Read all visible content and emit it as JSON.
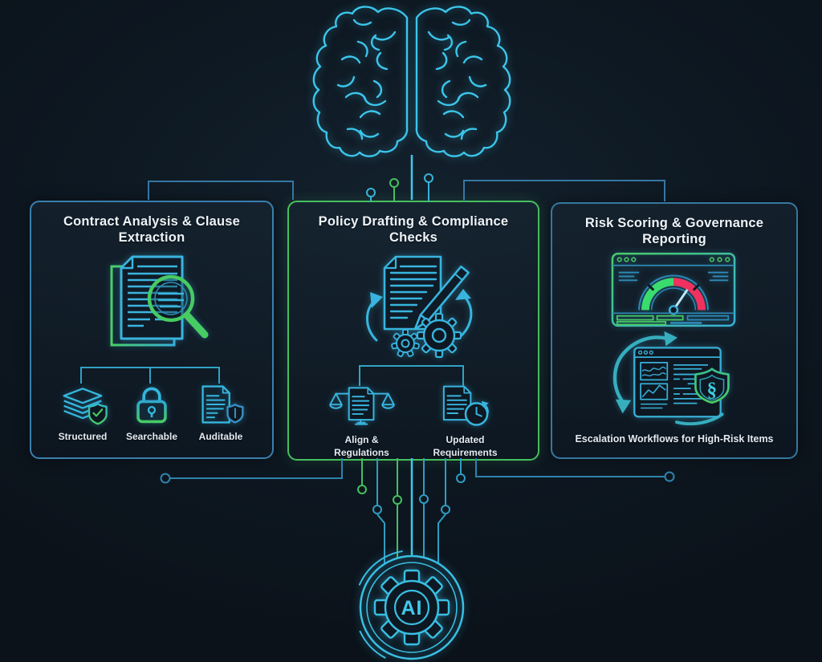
{
  "colors": {
    "background": "#0d1520",
    "cyan": "#3ab9de",
    "bright_cyan": "#41c9ec",
    "green": "#45c15f",
    "steel_blue": "#35789f",
    "gauge_red": "#ef3560",
    "text": "#e8eef4"
  },
  "brain": {
    "icon": "brain-icon"
  },
  "panels": [
    {
      "id": "contract",
      "title": "Contract Analysis & Clause Extraction",
      "border_color": "#3a7fae",
      "main_icon": "document-magnifier-icon",
      "items": [
        {
          "icon": "layers-shield-icon",
          "label": "Structured"
        },
        {
          "icon": "lock-icon",
          "label": "Searchable"
        },
        {
          "icon": "document-shield-icon",
          "label": "Auditable"
        }
      ]
    },
    {
      "id": "policy",
      "title": "Policy Drafting & Compliance Checks",
      "border_color": "#46bf5e",
      "main_icon": "document-pen-gears-icon",
      "items": [
        {
          "icon": "scales-document-icon",
          "label": "Align & Regulations"
        },
        {
          "icon": "document-clock-icon",
          "label": "Updated Requirements"
        }
      ]
    },
    {
      "id": "risk",
      "title": "Risk Scoring & Governance Reporting",
      "border_color": "#35789f",
      "main_icon": "gauge-dashboard-icon",
      "secondary_icon": "escalation-shield-icon",
      "shield_glyph": "§",
      "caption": "Escalation Workflows for High-Risk Items"
    }
  ],
  "emblem": {
    "label": "AI"
  }
}
